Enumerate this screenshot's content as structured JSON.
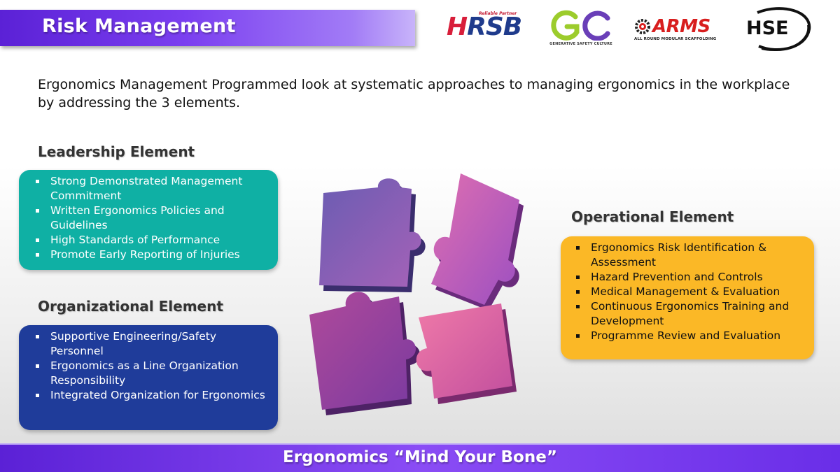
{
  "header": {
    "title": "Risk Management"
  },
  "logos": {
    "hrsb": {
      "name": "HRSB",
      "tagline": "Reliable Partner"
    },
    "gc": {
      "name": "GC",
      "tagline": "GENERATIVE SAFETY CULTURE"
    },
    "arms": {
      "name": "ARMS",
      "tagline": "ALL ROUND MODULAR SCAFFOLDING"
    },
    "hse": {
      "name": "HSE"
    }
  },
  "intro": "Ergonomics Management Programmed look at systematic approaches to managing ergonomics in the workplace by addressing the 3 elements.",
  "sections": {
    "leadership": {
      "heading": "Leadership  Element",
      "items": [
        "Strong Demonstrated Management Commitment",
        "Written Ergonomics Policies and Guidelines",
        "High Standards of Performance",
        "Promote Early Reporting of Injuries"
      ]
    },
    "organizational": {
      "heading": "Organizational   Element",
      "items": [
        "Supportive Engineering/Safety Personnel",
        "Ergonomics as a Line Organization Responsibility",
        "Integrated Organization  for Ergonomics"
      ]
    },
    "operational": {
      "heading": "Operational   Element",
      "items": [
        "Ergonomics Risk Identification & Assessment",
        "Hazard Prevention and Controls",
        "Medical Management & Evaluation",
        "Continuous Ergonomics Training and Development",
        "Programme Review and Evaluation"
      ]
    }
  },
  "illustration": {
    "icon": "puzzle-pieces-icon"
  },
  "footer": {
    "text": "Ergonomics “Mind Your Bone”"
  },
  "colors": {
    "title_bar": "#6a2ee8",
    "leadership_box": "#0fb0a4",
    "organizational_box": "#1f3c9a",
    "operational_box": "#fbb826",
    "footer_bar": "#7b3ff0"
  }
}
